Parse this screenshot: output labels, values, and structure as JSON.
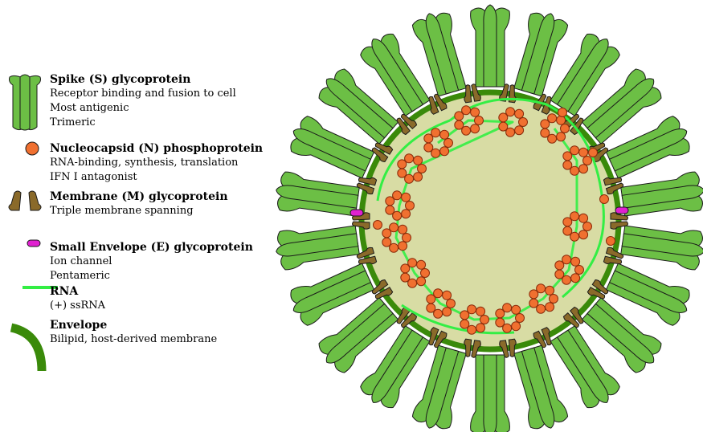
{
  "legend": [
    {
      "title": "Spike (S) glycoprotein",
      "lines": [
        "Receptor binding and fusion to cell",
        "Most antigenic",
        "Trimeric"
      ],
      "icon": "spike-icon"
    },
    {
      "title": "Nucleocapsid (N) phosphoprotein",
      "lines": [
        "RNA-binding, synthesis, translation",
        "IFN I antagonist"
      ],
      "icon": "nucleocapsid-icon"
    },
    {
      "title": "Membrane (M) glycoprotein",
      "lines": [
        "Triple membrane spanning"
      ],
      "icon": "membrane-protein-icon"
    },
    {
      "title": "Small Envelope (E) glycoprotein",
      "lines": [
        "Ion channel",
        "Pentameric"
      ],
      "icon": "envelope-protein-icon"
    },
    {
      "title": "RNA",
      "lines": [
        "(+) ssRNA"
      ],
      "icon": "rna-icon"
    },
    {
      "title": "Envelope",
      "lines": [
        "Bilipid, host-derived membrane"
      ],
      "icon": "envelope-icon"
    }
  ],
  "colors": {
    "spike": "#6cbf45",
    "spike_stroke": "#1a1a1a",
    "nucleocapsid": "#f07030",
    "membrane_protein": "#8a6a2a",
    "envelope_protein": "#e020d0",
    "rna": "#33ee44",
    "envelope": "#3a8a0a",
    "interior": "#d8dca4"
  }
}
